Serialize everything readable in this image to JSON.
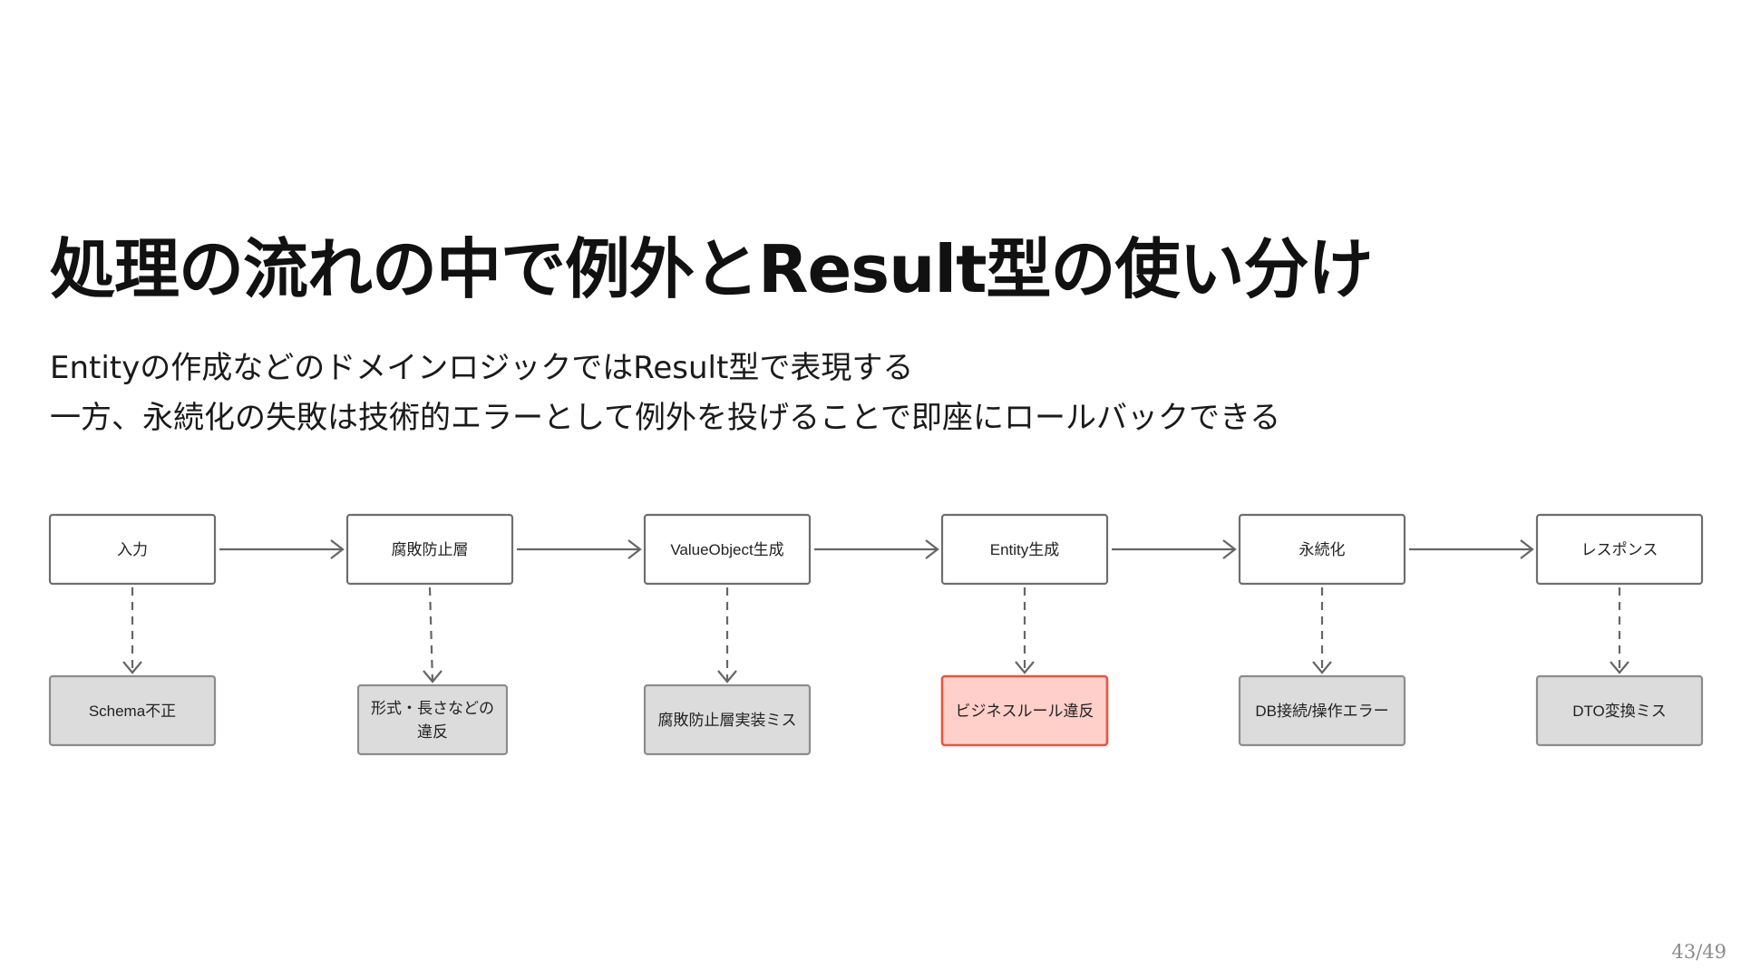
{
  "slide": {
    "title": "処理の流れの中で例外とResult型の使い分け",
    "subtitle_lines": [
      "Entityの作成などのドメインロジックではResult型で表現する",
      "一方、永続化の失敗は技術的エラーとして例外を投げることで即座にロールバックできる"
    ],
    "page_number": "43/49"
  },
  "diagram": {
    "steps": [
      {
        "label": "入力"
      },
      {
        "label": "腐敗防止層"
      },
      {
        "label": "ValueObject生成"
      },
      {
        "label": "Entity生成"
      },
      {
        "label": "永続化"
      },
      {
        "label": "レスポンス"
      }
    ],
    "errors": [
      {
        "lines": [
          "Schema不正"
        ],
        "highlight": false
      },
      {
        "lines": [
          "形式・長さなどの",
          "違反"
        ],
        "highlight": false
      },
      {
        "lines": [
          "腐敗防止層実装ミス"
        ],
        "highlight": false
      },
      {
        "lines": [
          "ビジネスルール違反"
        ],
        "highlight": true
      },
      {
        "lines": [
          "DB接続/操作エラー"
        ],
        "highlight": false
      },
      {
        "lines": [
          "DTO変換ミス"
        ],
        "highlight": false
      }
    ],
    "colors": {
      "step_border": "#6e6e6e",
      "error_fill": "#dcdcdc",
      "highlight_fill": "#ffcfc9",
      "highlight_border": "#e8553f",
      "connector": "#666666"
    }
  }
}
